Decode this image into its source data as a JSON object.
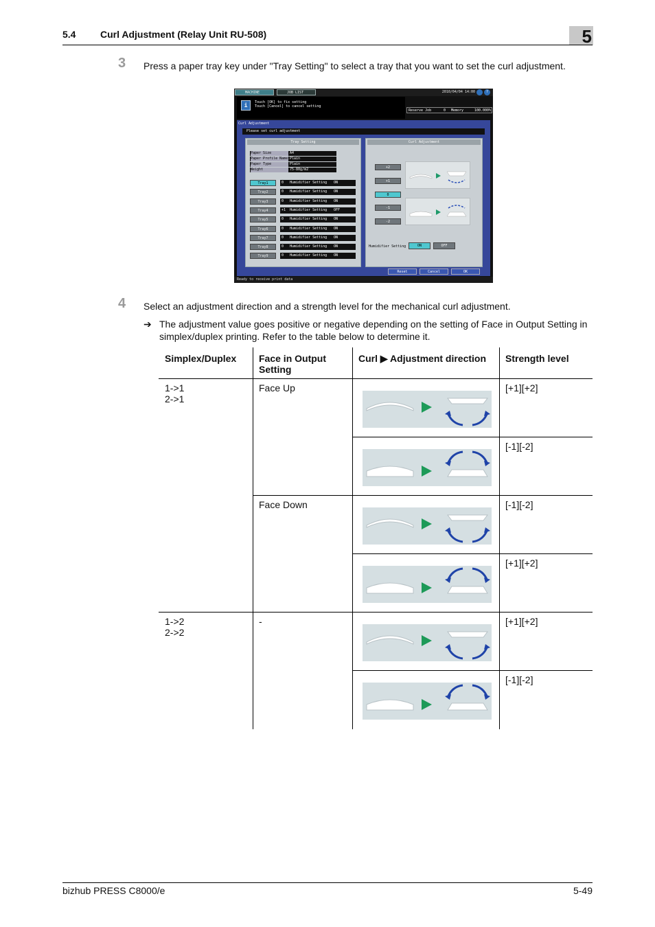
{
  "header": {
    "section": "5.4",
    "title": "Curl Adjustment (Relay Unit RU-508)",
    "chapter": "5"
  },
  "steps": [
    {
      "num": "3",
      "text": "Press a paper tray key under \"Tray Setting\" to select a tray that you want to set the curl adjustment."
    },
    {
      "num": "4",
      "text": "Select an adjustment direction and a strength level for the mechanical curl adjustment."
    }
  ],
  "note": {
    "arrow": "➔",
    "text": "The adjustment value goes positive or negative depending on the setting of Face in Output Setting in simplex/duplex printing. Refer to the table below to determine it."
  },
  "screen": {
    "tabs": [
      "MACHINE",
      "JOB LIST"
    ],
    "datetime": "2010/04/04 14:00",
    "message": [
      "Touch [OK] to fix setting",
      "Touch [Cancel] to cancel setting"
    ],
    "status": {
      "reserve_label": "Reserve Job",
      "reserve_value": "0",
      "memory_label": "Memory",
      "memory_value": "100.000%"
    },
    "title": "Curl Adjustment",
    "prompt": "Please set curl adjustment",
    "tray_setting": {
      "heading": "Tray Setting",
      "paper_info": [
        {
          "k": "Paper Size",
          "v": "A4"
        },
        {
          "k": "Paper Profile Name",
          "v": "Plain"
        },
        {
          "k": "Paper Type",
          "v": "Plain"
        },
        {
          "k": "Weight",
          "v": "75-80g/m2"
        }
      ],
      "trays": [
        {
          "label": "Tray1",
          "value": "0",
          "hum": "Humidifier Setting",
          "hum_val": "ON"
        },
        {
          "label": "Tray2",
          "value": "0",
          "hum": "Humidifier Setting",
          "hum_val": "ON"
        },
        {
          "label": "Tray3",
          "value": "0",
          "hum": "Humidifier Setting",
          "hum_val": "ON"
        },
        {
          "label": "Tray4",
          "value": "+1",
          "hum": "Humidifier Setting",
          "hum_val": "OFF"
        },
        {
          "label": "Tray5",
          "value": "0",
          "hum": "Humidifier Setting",
          "hum_val": "ON"
        },
        {
          "label": "Tray6",
          "value": "0",
          "hum": "Humidifier Setting",
          "hum_val": "ON"
        },
        {
          "label": "Tray7",
          "value": "0",
          "hum": "Humidifier Setting",
          "hum_val": "ON"
        },
        {
          "label": "Tray8",
          "value": "0",
          "hum": "Humidifier Setting",
          "hum_val": "ON"
        },
        {
          "label": "Tray9",
          "value": "0",
          "hum": "Humidifier Setting",
          "hum_val": "ON"
        }
      ]
    },
    "curl_adjustment": {
      "heading": "Curl Adjustment",
      "buttons": [
        "+2",
        "+1",
        "0",
        "-1",
        "-2"
      ],
      "humidifier_label": "Humidifier Setting",
      "on": "ON",
      "off": "OFF"
    },
    "footer": [
      "Reset",
      "Cancel",
      "OK"
    ],
    "statusbar": "Ready to receive print data"
  },
  "table": {
    "headers": [
      "Simplex/Duplex",
      "Face in Output Setting",
      "Curl ▶ Adjustment direction",
      "Strength level"
    ],
    "groups": [
      {
        "simplex": [
          "1->1",
          "2->1"
        ]
      },
      {
        "simplex": [
          "1->2",
          "2->2"
        ]
      }
    ],
    "faces": [
      "Face Up",
      "Face Down",
      "-"
    ],
    "strengths": [
      "[+1][+2]",
      "[-1][-2]",
      "[-1][-2]",
      "[+1][+2]",
      "[+1][+2]",
      "[-1][-2]"
    ]
  },
  "footer": {
    "left": "bizhub PRESS C8000/e",
    "right": "5-49"
  }
}
